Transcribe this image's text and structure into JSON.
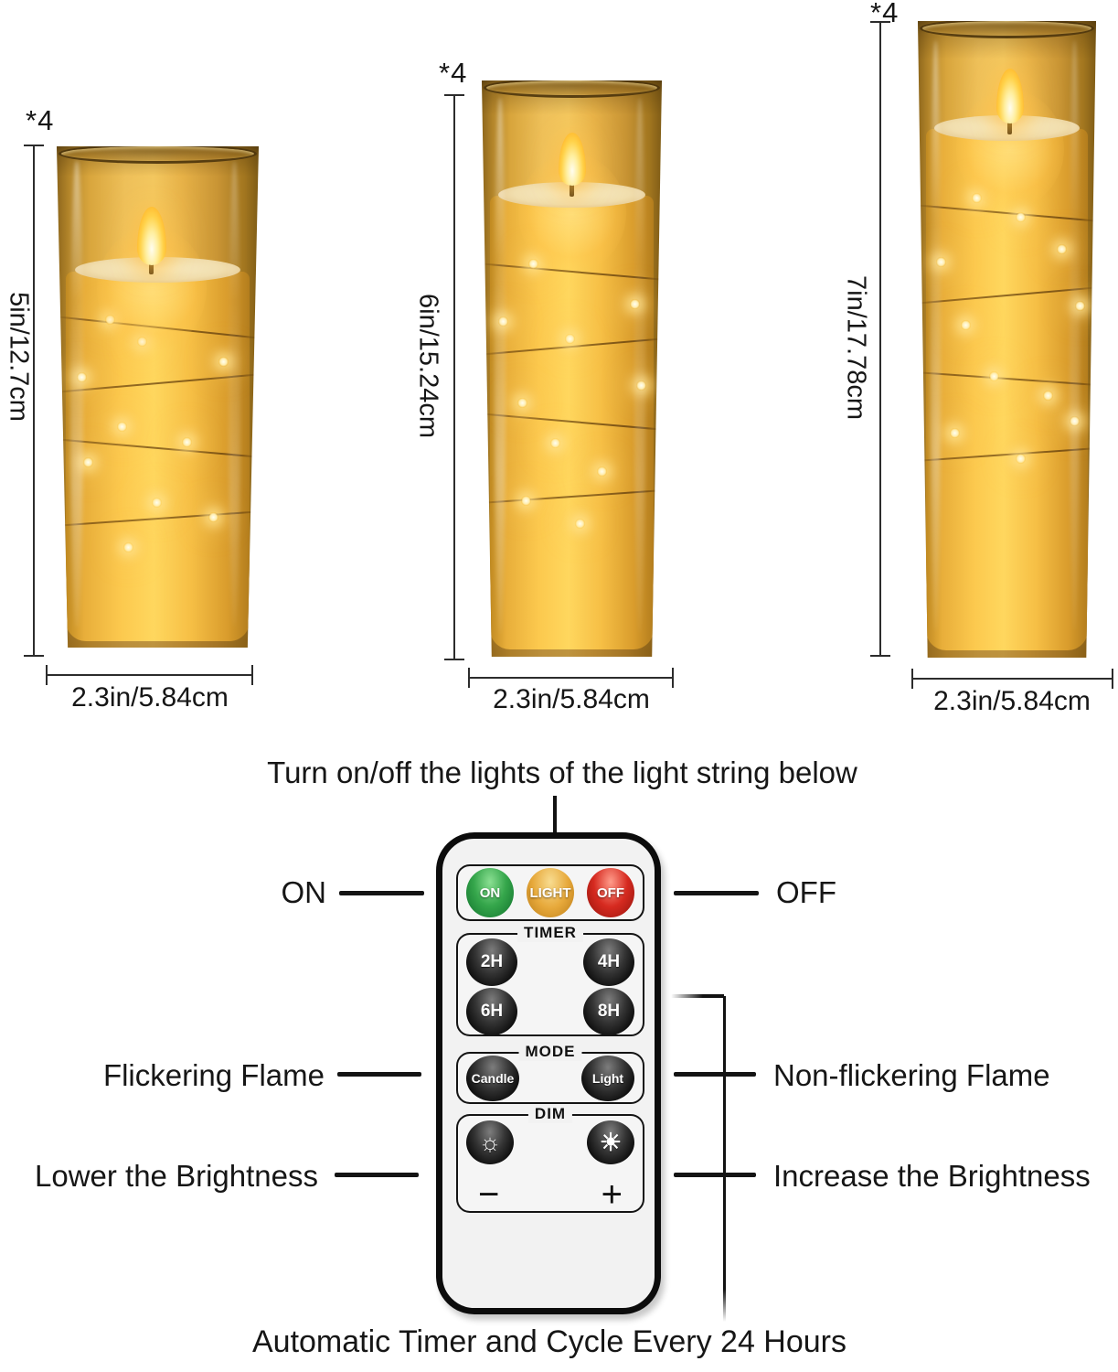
{
  "product": {
    "quantity_label": "*4",
    "candles": [
      {
        "height_label": "5in/12.7cm",
        "width_label": "2.3in/5.84cm"
      },
      {
        "height_label": "6in/15.24cm",
        "width_label": "2.3in/5.84cm"
      },
      {
        "height_label": "7in/17.78cm",
        "width_label": "2.3in/5.84cm"
      }
    ]
  },
  "remote_section": {
    "title": "Turn on/off the lights of the light string below",
    "footer": "Automatic Timer and Cycle Every 24 Hours",
    "callouts": {
      "on": "ON",
      "off": "OFF",
      "flickering": "Flickering Flame",
      "non_flickering": "Non-flickering Flame",
      "lower": "Lower the Brightness",
      "increase": "Increase the Brightness"
    },
    "remote": {
      "power_buttons": [
        {
          "label": "ON",
          "color": "#35a64b"
        },
        {
          "label": "LIGHT",
          "color": "#e7a93b"
        },
        {
          "label": "OFF",
          "color": "#d62a20"
        }
      ],
      "timer": {
        "label": "TIMER",
        "buttons": [
          "2H",
          "4H",
          "6H",
          "8H"
        ]
      },
      "mode": {
        "label": "MODE",
        "buttons": [
          "Candle",
          "Light"
        ]
      },
      "dim": {
        "label": "DIM",
        "sun_dim_glyph": "☼",
        "sun_bright_glyph": "☀",
        "minus": "−",
        "plus": "+"
      }
    }
  },
  "colors": {
    "glass_amber": "#d8a53c",
    "wax_cream": "#f1deae",
    "flame_yellow": "#ffd24a",
    "remote_body": "#f2f2f2",
    "line_black": "#141414"
  }
}
